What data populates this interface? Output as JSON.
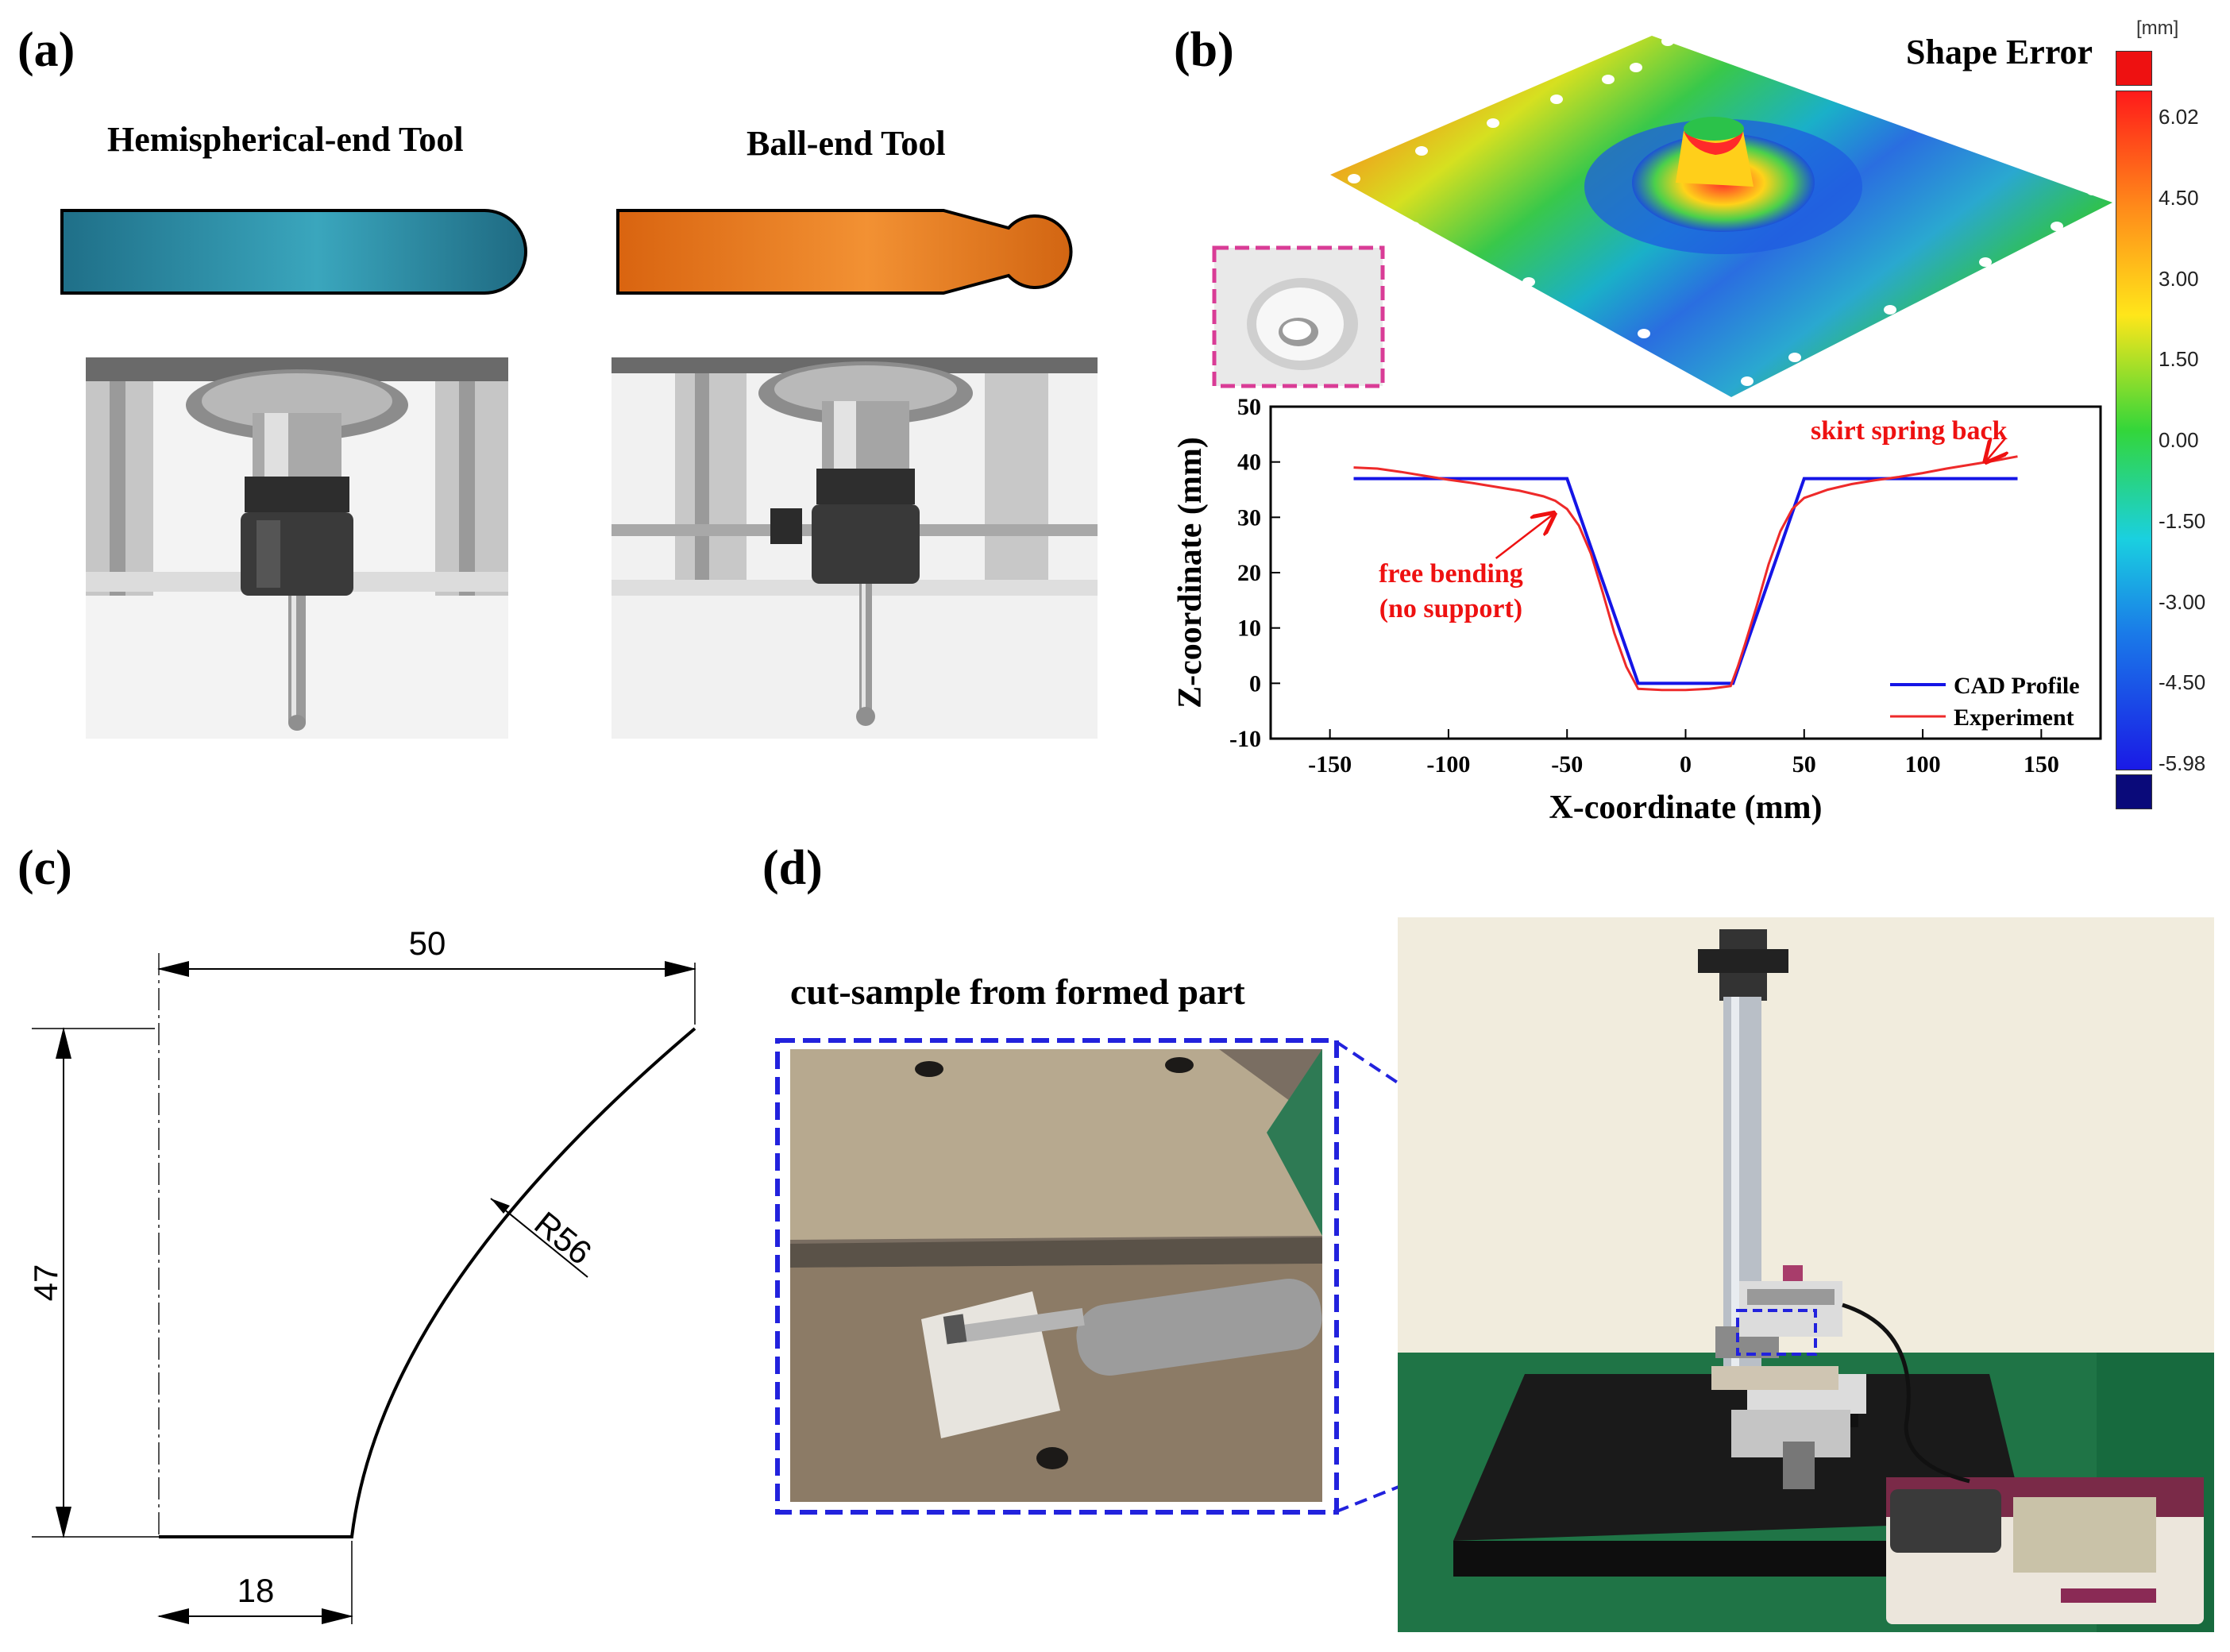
{
  "panels": {
    "a": {
      "label": "(a)",
      "tool_left_title": "Hemispherical-end Tool",
      "tool_right_title": "Ball-end Tool"
    },
    "b": {
      "label": "(b)",
      "colorbar_title": "Shape Error",
      "colorbar_unit": "[mm]",
      "colorbar_ticks": [
        "6.02",
        "4.50",
        "3.00",
        "1.50",
        "0.00",
        "-1.50",
        "-3.00",
        "-4.50",
        "-5.98"
      ],
      "colors": {
        "cad": "#1515e6",
        "experiment": "#ee2a2a",
        "annotation": "#ee1111",
        "inset_border": "#d93c96"
      }
    },
    "c": {
      "label": "(c)",
      "dim_top": "50",
      "dim_left": "47",
      "dim_bottom": "18",
      "dim_radius": "R56"
    },
    "d": {
      "label": "(d)",
      "caption": "cut-sample from formed part",
      "colors": {
        "box": "#2222dd"
      }
    }
  },
  "chart_data": {
    "type": "line",
    "xlabel": "X-coordinate (mm)",
    "ylabel": "Z-coordinate (mm)",
    "xlim": [
      -175,
      175
    ],
    "ylim": [
      -10,
      50
    ],
    "xticks": [
      -150,
      -100,
      -50,
      0,
      50,
      100,
      150
    ],
    "yticks": [
      -10,
      0,
      10,
      20,
      30,
      40,
      50
    ],
    "legend_position": "bottom-right",
    "grid": false,
    "annotations": [
      "skirt spring back",
      "free bending",
      "(no support)"
    ],
    "series": [
      {
        "name": "CAD Profile",
        "color": "#1515e6",
        "x": [
          -140,
          -50,
          -20,
          20,
          50,
          140
        ],
        "y": [
          37,
          37,
          0,
          0,
          37,
          37
        ]
      },
      {
        "name": "Experiment",
        "color": "#ee2a2a",
        "x": [
          -140,
          -130,
          -120,
          -110,
          -100,
          -90,
          -80,
          -70,
          -60,
          -55,
          -50,
          -45,
          -40,
          -35,
          -30,
          -25,
          -20,
          -10,
          0,
          10,
          19,
          22,
          25,
          30,
          35,
          40,
          45,
          50,
          60,
          70,
          80,
          90,
          100,
          110,
          120,
          130,
          140
        ],
        "y": [
          39,
          38.8,
          38.2,
          37.5,
          36.8,
          36.2,
          35.5,
          34.8,
          33.8,
          33,
          31.5,
          28.5,
          23.5,
          16.5,
          9,
          3,
          -1,
          -1.2,
          -1.2,
          -1,
          -0.5,
          3,
          7,
          14,
          21.5,
          27.5,
          31.5,
          33.5,
          35,
          36,
          36.7,
          37.3,
          38,
          38.8,
          39.5,
          40.2,
          41
        ]
      }
    ]
  }
}
